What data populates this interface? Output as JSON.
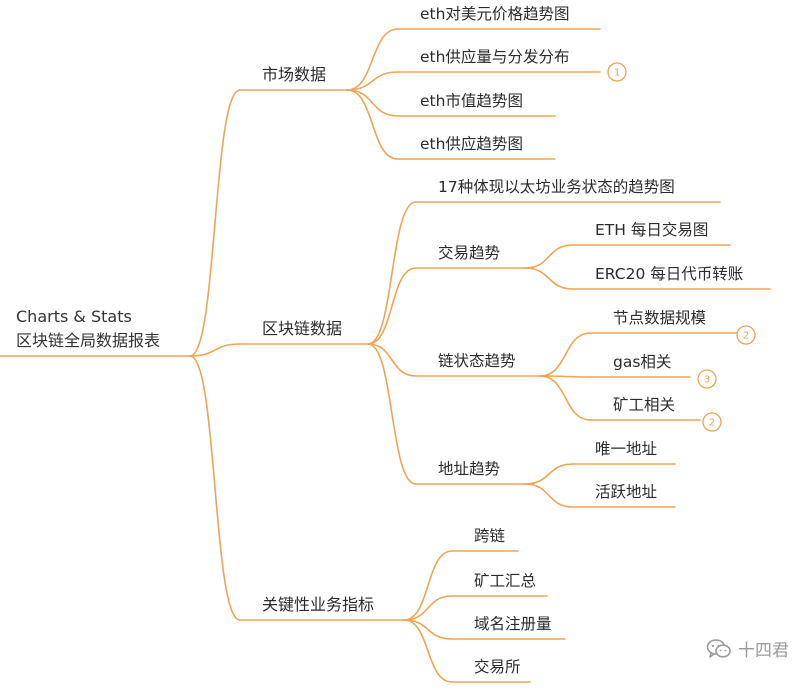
{
  "colors": {
    "edge": "#f0a454",
    "text": "#2b2b2b",
    "badge": "#f0a454"
  },
  "root": {
    "line1": "Charts & Stats",
    "line2": "区块链全局数据报表"
  },
  "branches": [
    {
      "label": "市场数据",
      "children": [
        {
          "label": "eth对美元价格趋势图"
        },
        {
          "label": "eth供应量与分发分布",
          "badge": "1"
        },
        {
          "label": "eth市值趋势图"
        },
        {
          "label": "eth供应趋势图"
        }
      ]
    },
    {
      "label": "区块链数据",
      "children": [
        {
          "label": "17种体现以太坊业务状态的趋势图"
        },
        {
          "label": "交易趋势",
          "children": [
            {
              "label": "ETH 每日交易图"
            },
            {
              "label": "ERC20 每日代币转账"
            }
          ]
        },
        {
          "label": "链状态趋势",
          "children": [
            {
              "label": "节点数据规模",
              "badge": "2"
            },
            {
              "label": "gas相关",
              "badge": "3"
            },
            {
              "label": "矿工相关",
              "badge": "2"
            }
          ]
        },
        {
          "label": "地址趋势",
          "children": [
            {
              "label": "唯一地址"
            },
            {
              "label": "活跃地址"
            }
          ]
        }
      ]
    },
    {
      "label": "关键性业务指标",
      "children": [
        {
          "label": "跨链"
        },
        {
          "label": "矿工汇总"
        },
        {
          "label": "域名注册量"
        },
        {
          "label": "交易所"
        }
      ]
    }
  ],
  "watermark": {
    "icon": "wechat-icon",
    "text": "十四君"
  }
}
